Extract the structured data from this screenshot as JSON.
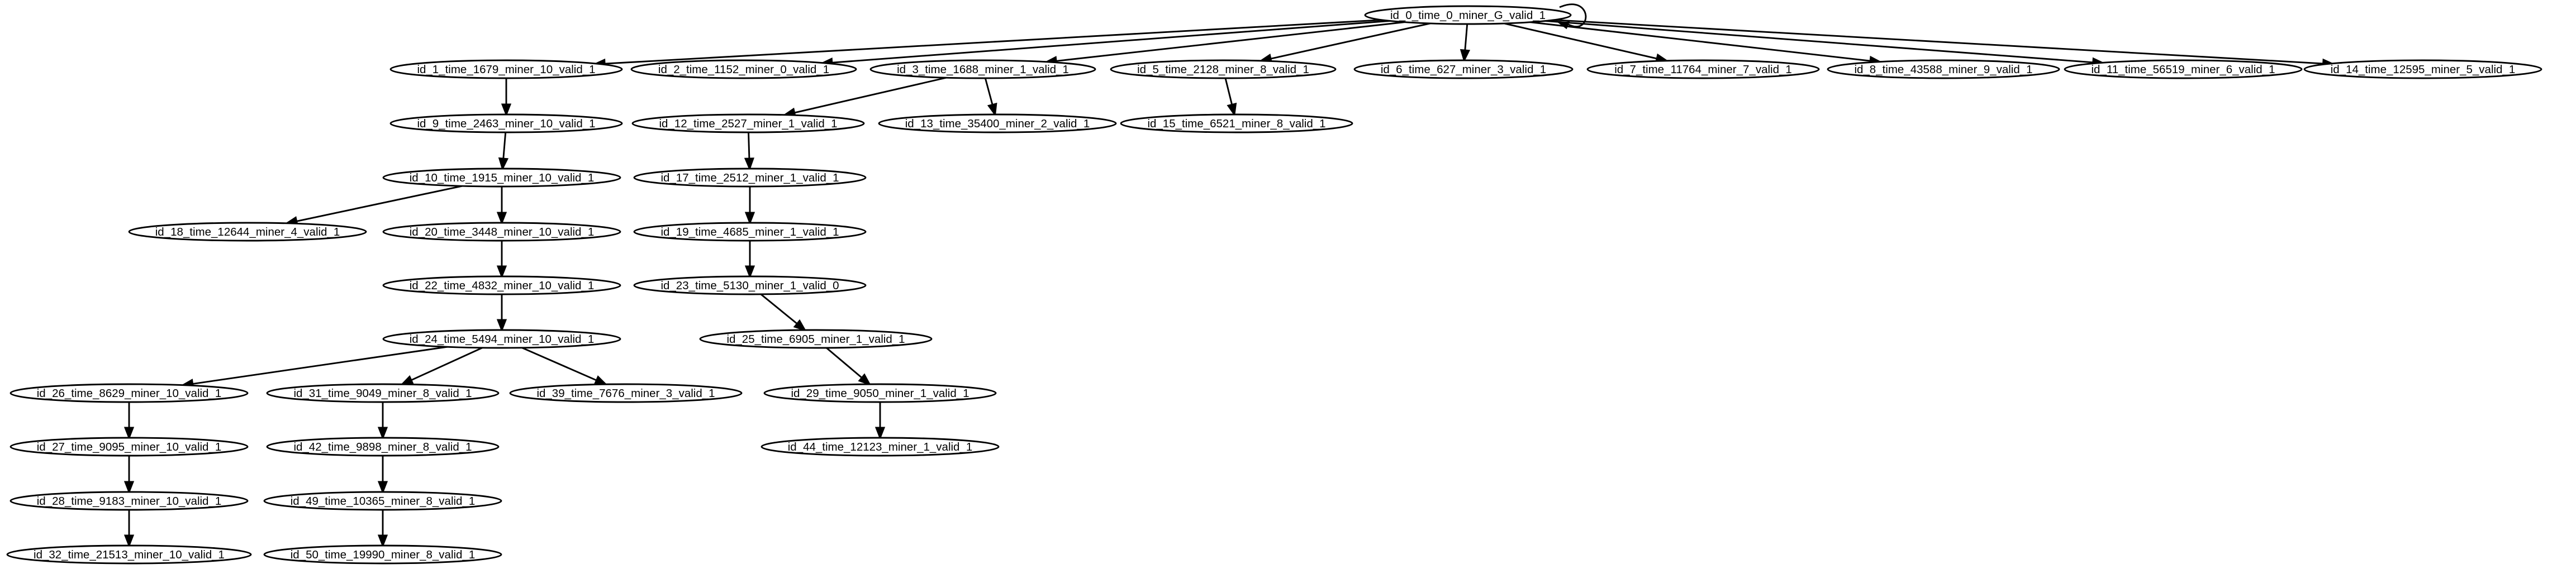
{
  "graph": {
    "nodes": [
      {
        "id": "n0",
        "label": "id_0_time_0_miner_G_valid_1"
      },
      {
        "id": "n1",
        "label": "id_1_time_1679_miner_10_valid_1"
      },
      {
        "id": "n2",
        "label": "id_2_time_1152_miner_0_valid_1"
      },
      {
        "id": "n3",
        "label": "id_3_time_1688_miner_1_valid_1"
      },
      {
        "id": "n5",
        "label": "id_5_time_2128_miner_8_valid_1"
      },
      {
        "id": "n6",
        "label": "id_6_time_627_miner_3_valid_1"
      },
      {
        "id": "n7",
        "label": "id_7_time_11764_miner_7_valid_1"
      },
      {
        "id": "n8",
        "label": "id_8_time_43588_miner_9_valid_1"
      },
      {
        "id": "n11",
        "label": "id_11_time_56519_miner_6_valid_1"
      },
      {
        "id": "n14",
        "label": "id_14_time_12595_miner_5_valid_1"
      },
      {
        "id": "n9",
        "label": "id_9_time_2463_miner_10_valid_1"
      },
      {
        "id": "n12",
        "label": "id_12_time_2527_miner_1_valid_1"
      },
      {
        "id": "n13",
        "label": "id_13_time_35400_miner_2_valid_1"
      },
      {
        "id": "n15",
        "label": "id_15_time_6521_miner_8_valid_1"
      },
      {
        "id": "n10",
        "label": "id_10_time_1915_miner_10_valid_1"
      },
      {
        "id": "n17",
        "label": "id_17_time_2512_miner_1_valid_1"
      },
      {
        "id": "n18",
        "label": "id_18_time_12644_miner_4_valid_1"
      },
      {
        "id": "n20",
        "label": "id_20_time_3448_miner_10_valid_1"
      },
      {
        "id": "n19",
        "label": "id_19_time_4685_miner_1_valid_1"
      },
      {
        "id": "n22",
        "label": "id_22_time_4832_miner_10_valid_1"
      },
      {
        "id": "n23",
        "label": "id_23_time_5130_miner_1_valid_0"
      },
      {
        "id": "n24",
        "label": "id_24_time_5494_miner_10_valid_1"
      },
      {
        "id": "n25",
        "label": "id_25_time_6905_miner_1_valid_1"
      },
      {
        "id": "n26",
        "label": "id_26_time_8629_miner_10_valid_1"
      },
      {
        "id": "n31",
        "label": "id_31_time_9049_miner_8_valid_1"
      },
      {
        "id": "n39",
        "label": "id_39_time_7676_miner_3_valid_1"
      },
      {
        "id": "n29",
        "label": "id_29_time_9050_miner_1_valid_1"
      },
      {
        "id": "n27",
        "label": "id_27_time_9095_miner_10_valid_1"
      },
      {
        "id": "n42",
        "label": "id_42_time_9898_miner_8_valid_1"
      },
      {
        "id": "n44",
        "label": "id_44_time_12123_miner_1_valid_1"
      },
      {
        "id": "n28",
        "label": "id_28_time_9183_miner_10_valid_1"
      },
      {
        "id": "n49",
        "label": "id_49_time_10365_miner_8_valid_1"
      },
      {
        "id": "n32",
        "label": "id_32_time_21513_miner_10_valid_1"
      },
      {
        "id": "n50",
        "label": "id_50_time_19990_miner_8_valid_1"
      }
    ],
    "edges": [
      {
        "from": "n0",
        "to": "n0"
      },
      {
        "from": "n0",
        "to": "n1"
      },
      {
        "from": "n0",
        "to": "n2"
      },
      {
        "from": "n0",
        "to": "n3"
      },
      {
        "from": "n0",
        "to": "n5"
      },
      {
        "from": "n0",
        "to": "n6"
      },
      {
        "from": "n0",
        "to": "n7"
      },
      {
        "from": "n0",
        "to": "n8"
      },
      {
        "from": "n0",
        "to": "n11"
      },
      {
        "from": "n0",
        "to": "n14"
      },
      {
        "from": "n1",
        "to": "n9"
      },
      {
        "from": "n3",
        "to": "n12"
      },
      {
        "from": "n3",
        "to": "n13"
      },
      {
        "from": "n5",
        "to": "n15"
      },
      {
        "from": "n9",
        "to": "n10"
      },
      {
        "from": "n12",
        "to": "n17"
      },
      {
        "from": "n10",
        "to": "n18"
      },
      {
        "from": "n10",
        "to": "n20"
      },
      {
        "from": "n17",
        "to": "n19"
      },
      {
        "from": "n20",
        "to": "n22"
      },
      {
        "from": "n19",
        "to": "n23"
      },
      {
        "from": "n22",
        "to": "n24"
      },
      {
        "from": "n23",
        "to": "n25"
      },
      {
        "from": "n24",
        "to": "n26"
      },
      {
        "from": "n24",
        "to": "n31"
      },
      {
        "from": "n24",
        "to": "n39"
      },
      {
        "from": "n25",
        "to": "n29"
      },
      {
        "from": "n26",
        "to": "n27"
      },
      {
        "from": "n31",
        "to": "n42"
      },
      {
        "from": "n29",
        "to": "n44"
      },
      {
        "from": "n27",
        "to": "n28"
      },
      {
        "from": "n42",
        "to": "n49"
      },
      {
        "from": "n28",
        "to": "n32"
      },
      {
        "from": "n49",
        "to": "n50"
      }
    ]
  }
}
